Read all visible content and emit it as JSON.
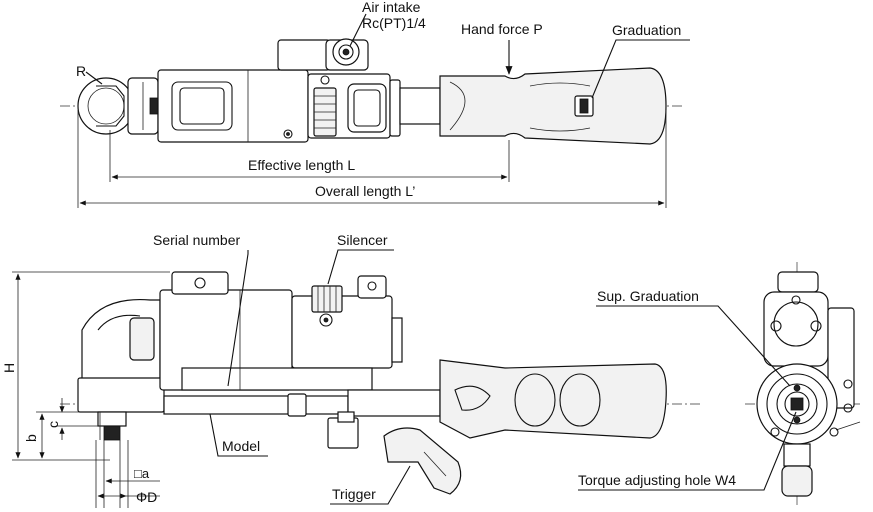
{
  "labels": {
    "air_intake": "Air intake",
    "air_intake_thread": "Rc(PT)1/4",
    "hand_force": "Hand force P",
    "graduation": "Graduation",
    "radius": "R",
    "effective_length": "Effective length L",
    "overall_length": "Overall length L’",
    "serial_number": "Serial number",
    "silencer": "Silencer",
    "sup_graduation": "Sup. Graduation",
    "dim_h": "H",
    "dim_b": "b",
    "dim_c": "c",
    "model": "Model",
    "square_a": "□a",
    "phi_d": "ΦD",
    "trigger": "Trigger",
    "torque_hole": "Torque adjusting hole W4"
  }
}
